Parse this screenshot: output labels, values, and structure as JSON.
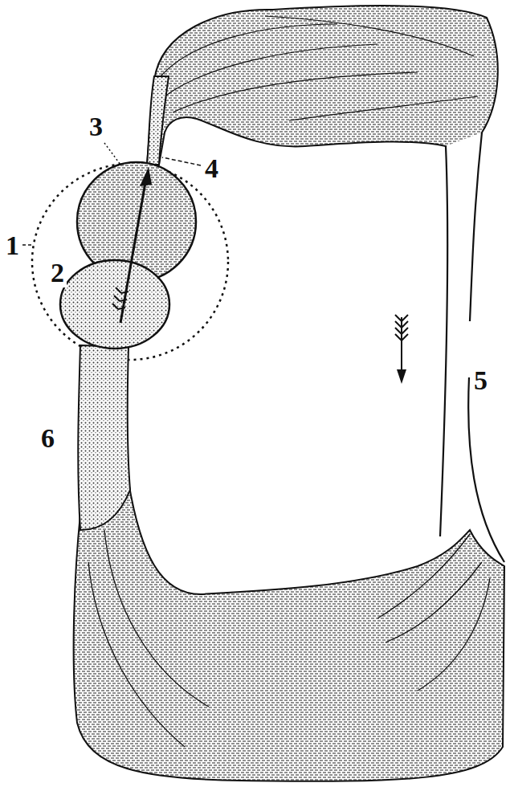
{
  "diagram": {
    "labels": [
      "3",
      "4",
      "1",
      "2",
      "5",
      "6"
    ]
  }
}
